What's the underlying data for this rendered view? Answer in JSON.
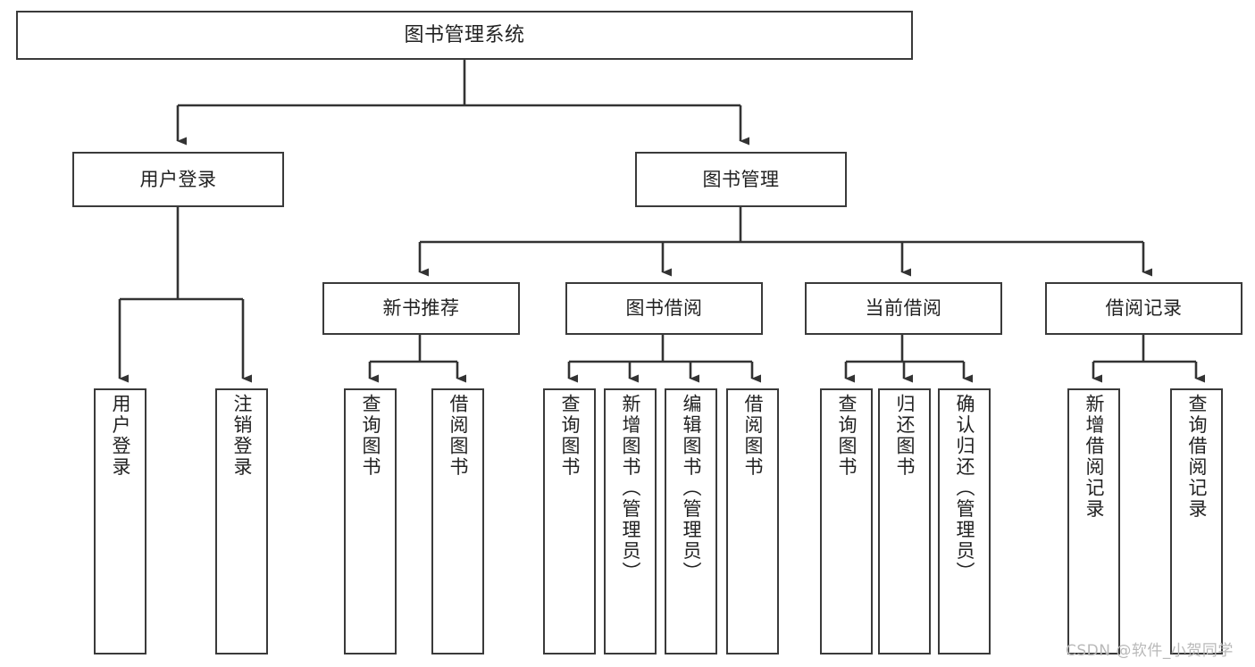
{
  "diagram": {
    "title": "图书管理系统",
    "type": "功能结构图",
    "theme": {
      "box_border": "#3a3a3a",
      "box_fill": "#ffffff",
      "edge_color": "#333333",
      "text_color": "#222222",
      "background": "#ffffff",
      "watermark_color": "#b9b9b9"
    },
    "watermark": "CSDN @软件_小贺同学",
    "nodes": {
      "root": {
        "label": "图书管理系统"
      },
      "level2": [
        {
          "label": "用户登录"
        },
        {
          "label": "图书管理"
        }
      ],
      "level3": [
        {
          "label": "新书推荐"
        },
        {
          "label": "图书借阅"
        },
        {
          "label": "当前借阅"
        },
        {
          "label": "借阅记录"
        }
      ],
      "leaves_user_login": [
        {
          "label": "用户登录"
        },
        {
          "label": "注销登录"
        }
      ],
      "leaves_new_book": [
        {
          "label": "查询图书"
        },
        {
          "label": "借阅图书"
        }
      ],
      "leaves_borrow": [
        {
          "label": "查询图书"
        },
        {
          "label": "新增图书（管理员）"
        },
        {
          "label": "编辑图书（管理员）"
        },
        {
          "label": "借阅图书"
        }
      ],
      "leaves_current": [
        {
          "label": "查询图书"
        },
        {
          "label": "归还图书"
        },
        {
          "label": "确认归还（管理员）"
        }
      ],
      "leaves_records": [
        {
          "label": "新增借阅记录"
        },
        {
          "label": "查询借阅记录"
        }
      ]
    }
  }
}
